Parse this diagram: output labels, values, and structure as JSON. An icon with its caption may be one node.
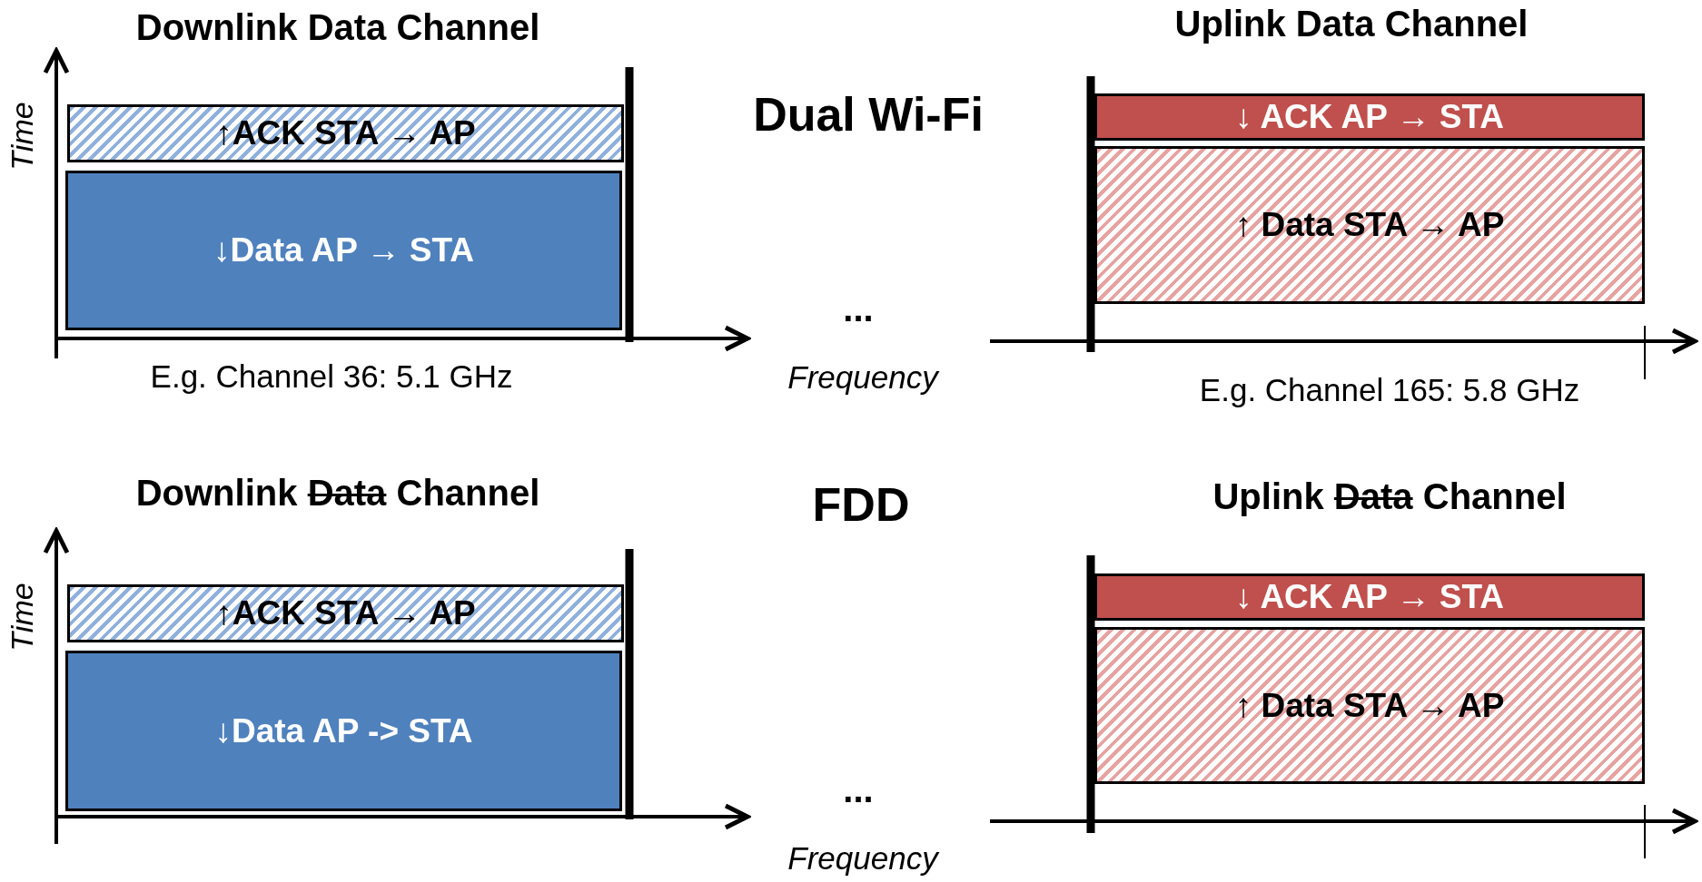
{
  "diagram": {
    "nodes": [
      {
        "text": [
          "↑ACK STA → AP"
        ]
      },
      {
        "text": [
          "↓Data AP → STA"
        ]
      },
      {
        "text": [
          "↓ ACK AP → STA"
        ]
      },
      {
        "text": [
          "↑ Data STA → AP"
        ]
      },
      {
        "text": [
          "↑ACK STA → AP"
        ]
      },
      {
        "text": [
          "↓Data AP -> STA"
        ]
      },
      {
        "text": [
          "↓ ACK AP → STA"
        ]
      },
      {
        "text": [
          "↑ Data STA → AP"
        ]
      }
    ],
    "labels": [
      "Downlink Data Channel",
      "Uplink Data Channel",
      "Time",
      "Dual Wi-Fi",
      "...",
      "E.g. Channel 36: 5.1 GHz",
      "Frequency",
      "E.g. Channel 165: 5.8 GHz",
      "Downlink",
      "Data",
      "Channel",
      "FDD",
      "Uplink",
      "Data",
      "Channel",
      "Time",
      "...",
      "Frequency"
    ]
  }
}
